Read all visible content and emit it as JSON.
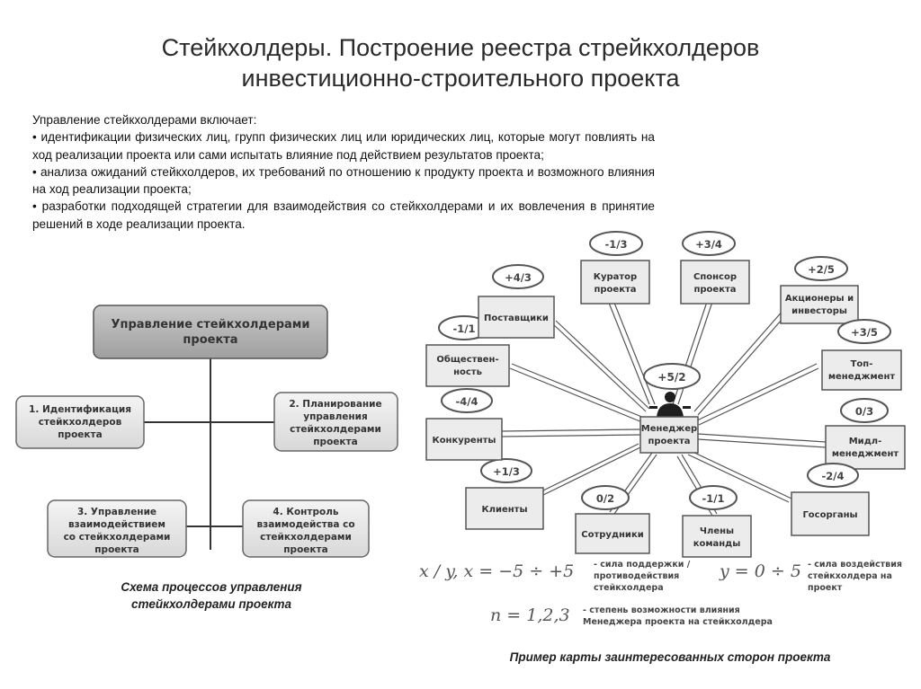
{
  "title": [
    "Стейкхолдеры. Построение реестра стрейкхолдеров",
    "инвестиционно-строительного проекта"
  ],
  "intro": [
    "Управление стейкхолдерами включает:",
    "• идентификации физических лиц, групп физических лиц или юридических лиц, которые могут повлиять на ход реализации проекта или сами испытать влияние под действием результатов проекта;",
    "• анализа ожиданий стейкхолдеров, их требований по отношению к продукту проекта и возможного влияния на ход реализации проекта;",
    "• разработки подходящей стратегии для взаимодействия со стейкхолдерами и их вовлечения в принятие решений в ходе реализации проекта."
  ],
  "process": {
    "root": [
      "Управление стейкхолдерами",
      "проекта"
    ],
    "steps": [
      [
        "1. Идентификация",
        "стейкхолдеров",
        "проекта"
      ],
      [
        "2. Планирование",
        "управления",
        "стейкхолдерами",
        "проекта"
      ],
      [
        "3. Управление",
        "взаимодействием",
        "со стейкхолдерами",
        "проекта"
      ],
      [
        "4. Контроль",
        "взаимодейства со",
        "стейкхолдерами",
        "проекта"
      ]
    ],
    "caption": [
      "Схема процессов управления",
      "стейкхолдерами проекта"
    ]
  },
  "map": {
    "center": {
      "label": [
        "Менеджер",
        "проекта"
      ],
      "score": "+5/2"
    },
    "nodes": [
      {
        "id": "kurator",
        "label": [
          "Куратор",
          "проекта"
        ],
        "score": "-1/3"
      },
      {
        "id": "sponsor",
        "label": [
          "Спонсор",
          "проекта"
        ],
        "score": "+3/4"
      },
      {
        "id": "akcionery",
        "label": [
          "Акционеры и",
          "инвесторы"
        ],
        "score": "+2/5"
      },
      {
        "id": "top",
        "label": [
          "Топ-",
          "менеджмент"
        ],
        "score": "+3/5"
      },
      {
        "id": "midl",
        "label": [
          "Мидл-",
          "менеджмент"
        ],
        "score": "0/3"
      },
      {
        "id": "gosorgany",
        "label": [
          "Госорганы"
        ],
        "score": "-2/4"
      },
      {
        "id": "chleny",
        "label": [
          "Члены",
          "команды"
        ],
        "score": "-1/1"
      },
      {
        "id": "sotrudniki",
        "label": [
          "Сотрудники"
        ],
        "score": "0/2"
      },
      {
        "id": "klienty",
        "label": [
          "Клиенты"
        ],
        "score": "+1/3"
      },
      {
        "id": "konkurenty",
        "label": [
          "Конкуренты"
        ],
        "score": "-4/4"
      },
      {
        "id": "obshchestvennost",
        "label": [
          "Обществен-",
          "ность"
        ],
        "score": "-1/1"
      },
      {
        "id": "postavshchiki",
        "label": [
          "Поставщики"
        ],
        "score": "+4/3"
      }
    ],
    "legend": {
      "formula_x": "x / y,   x = −5 ÷ +5",
      "desc_x": [
        "- сила поддержки /",
        "противодействия",
        "стейкхолдера"
      ],
      "formula_y": "y = 0 ÷ 5",
      "desc_y": [
        "- сила воздействия",
        "стейкхолдера на",
        "проект"
      ],
      "desc_n": [
        "- степень возможности влияния",
        "Менеджера проекта на стейкхолдера"
      ],
      "formula_n": "n = 1,2,3"
    },
    "caption": "Пример карты заинтересованных сторон проекта"
  }
}
